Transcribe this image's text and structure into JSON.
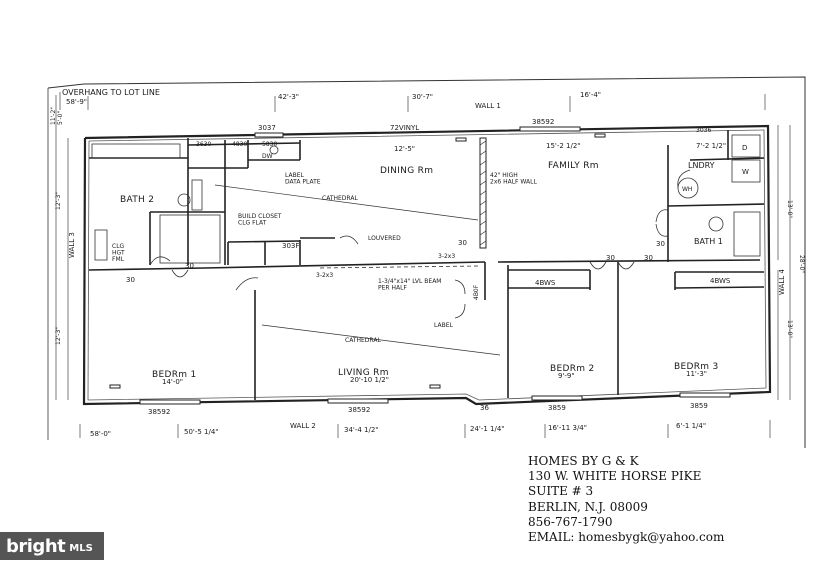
{
  "header": {
    "overhang": "OVERHANG TO LOT LINE",
    "wall_1": "WALL 1",
    "wall_2": "WALL 2",
    "wall_3": "WALL 3",
    "wall_4": "WALL 4"
  },
  "top_dims": [
    "58'-9\"",
    "42'-3\"",
    "30'-7\"",
    "16'-4\""
  ],
  "bottom_dims": [
    "58'-0\"",
    "50'-5 1/4\"",
    "34'-4 1/2\"",
    "24'-1 1/4\"",
    "16'-11 3/4\"",
    "6'-1 1/4\""
  ],
  "left_dims": [
    "11'-2\"",
    "5'-0\"",
    "12'-3\"",
    "12'-3\""
  ],
  "right_dims": [
    "13'-0\"",
    "28'-0\"",
    "13'-0\""
  ],
  "rooms": {
    "dining": "DINING Rm",
    "family": "FAMILY Rm",
    "laundry": "LNDRY",
    "bath2": "BATH 2",
    "bath1": "BATH 1",
    "bedroom1": "BEDRm 1",
    "living": "LIVING Rm",
    "bedroom2": "BEDRm 2",
    "bedroom3": "BEDRm 3"
  },
  "room_dims": {
    "dining": "12'-5\"",
    "family": "15'-2 1/2\"",
    "laundry": "7'-2 1/2\"",
    "bedroom1": "14'-0\"",
    "living": "20'-10 1/2\"",
    "bedroom2": "9'-9\"",
    "bedroom3": "11'-3\""
  },
  "labels": {
    "vinyl": "72VINYL",
    "cathedral": "CATHEDRAL",
    "half_wall": "42\" HIGH\n2x6 HALF WALL",
    "label_data_plate": "LABEL\nDATA PLATE",
    "build_closet": "BUILD CLOSET\nCLG FLAT",
    "louvered": "LOUVERED",
    "beam": "1-3/4\"x14\" LVL BEAM\nPER HALF",
    "label": "LABEL",
    "clg_hgt": "CLG\nHGT\nFML",
    "wh": "WH",
    "dw": "DW",
    "d": "D",
    "w": "W"
  },
  "openings": [
    "3037",
    "38592",
    "3630",
    "4830",
    "5830",
    "3036",
    "38592",
    "38592",
    "3859",
    "3859",
    "36",
    "30",
    "30",
    "30",
    "30",
    "30",
    "30",
    "303F",
    "4BWS",
    "4BWS",
    "4B0F",
    "3-2x3",
    "3-2x3"
  ],
  "company": {
    "name": "HOMES BY G & K",
    "address": "130 W. WHITE HORSE PIKE",
    "suite": "SUITE # 3",
    "city": "BERLIN, N.J. 08009",
    "phone": "856-767-1790",
    "email": "EMAIL: homesbygk@yahoo.com"
  },
  "watermark": {
    "brand": "bright",
    "suffix": "MLS"
  }
}
